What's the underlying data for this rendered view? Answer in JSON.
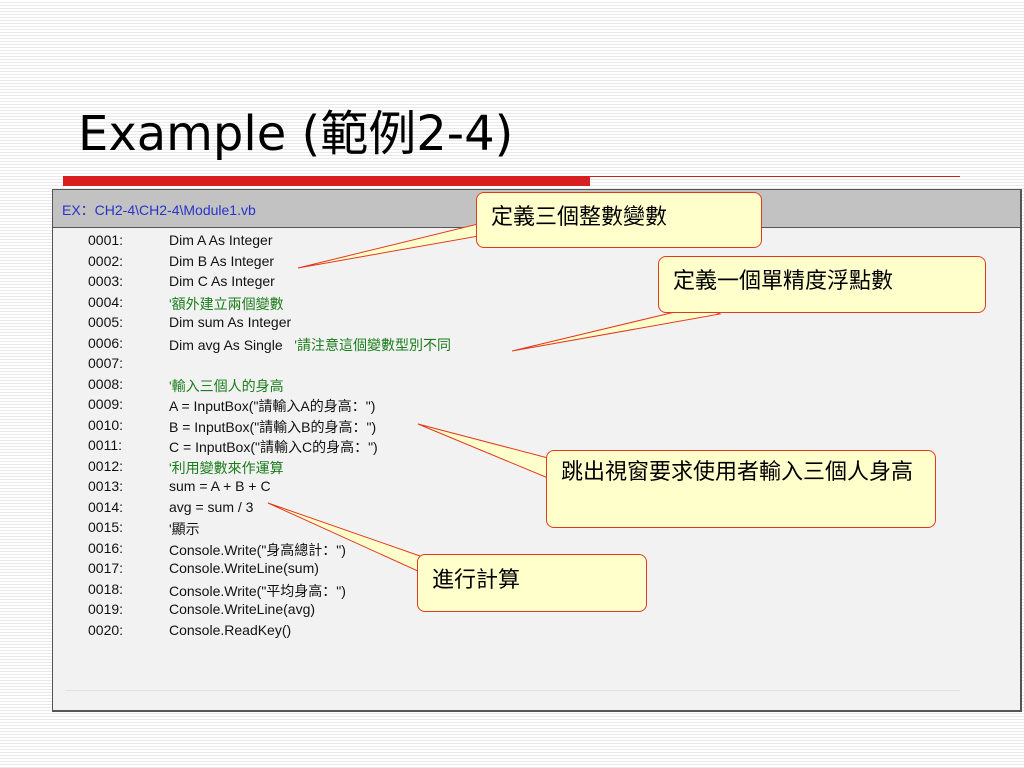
{
  "slide": {
    "title": "Example (範例2-4)"
  },
  "panel": {
    "file_label": "EX：CH2-4\\CH2-4\\Module1.vb",
    "lines": [
      {
        "num": "0001:",
        "code": "Dim A As Integer",
        "comment": ""
      },
      {
        "num": "0002:",
        "code": "Dim B As Integer",
        "comment": ""
      },
      {
        "num": "0003:",
        "code": "Dim C As Integer",
        "comment": ""
      },
      {
        "num": "0004:",
        "code": "",
        "comment": "'額外建立兩個變數"
      },
      {
        "num": "0005:",
        "code": "Dim sum As Integer",
        "comment": ""
      },
      {
        "num": "0006:",
        "code": "Dim avg As Single   ",
        "comment": "'請注意這個變數型別不同"
      },
      {
        "num": "0007:",
        "code": "",
        "comment": ""
      },
      {
        "num": "0008:",
        "code": "",
        "comment": "'輸入三個人的身高"
      },
      {
        "num": "0009:",
        "code": "A = InputBox(\"請輸入A的身高：\")",
        "comment": ""
      },
      {
        "num": "0010:",
        "code": "B = InputBox(\"請輸入B的身高：\")",
        "comment": ""
      },
      {
        "num": "0011:",
        "code": "C = InputBox(\"請輸入C的身高：\")",
        "comment": ""
      },
      {
        "num": "0012:",
        "code": "",
        "comment": "'利用變數來作運算"
      },
      {
        "num": "0013:",
        "code": "sum = A + B + C",
        "comment": ""
      },
      {
        "num": "0014:",
        "code": "avg = sum / 3",
        "comment": ""
      },
      {
        "num": "0015:",
        "code": "'顯示",
        "comment": ""
      },
      {
        "num": "0016:",
        "code": "Console.Write(\"身高總計：\")",
        "comment": ""
      },
      {
        "num": "0017:",
        "code": "Console.WriteLine(sum)",
        "comment": ""
      },
      {
        "num": "0018:",
        "code": "Console.Write(\"平均身高：\")",
        "comment": ""
      },
      {
        "num": "0019:",
        "code": "Console.WriteLine(avg)",
        "comment": ""
      },
      {
        "num": "0020:",
        "code": "Console.ReadKey()",
        "comment": ""
      }
    ]
  },
  "callouts": {
    "define_ints": "定義三個整數變數",
    "define_single": "定義一個單精度浮點數",
    "input_heights": "跳出視窗要求使用者輸入三個人身高",
    "compute": "進行計算"
  },
  "colors": {
    "title_rule": "#d81e1e",
    "comment_text": "#1a7c1a",
    "file_label": "#2a33c8",
    "callout_fill": "#ffffcc",
    "callout_border": "#e23a1e"
  }
}
